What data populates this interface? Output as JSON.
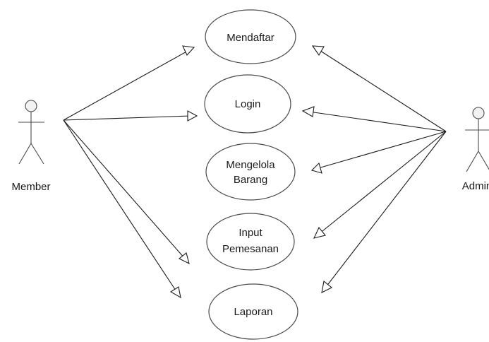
{
  "actors": {
    "member": {
      "label": "Member"
    },
    "admin": {
      "label": "Admin"
    }
  },
  "use_cases": {
    "mendaftar": {
      "lines": [
        "Mendaftar"
      ]
    },
    "login": {
      "lines": [
        "Login"
      ]
    },
    "mengelola_barang": {
      "lines": [
        "Mengelola",
        "Barang"
      ]
    },
    "input_pemesanan": {
      "lines": [
        "Input",
        "Pemesanan"
      ]
    },
    "laporan": {
      "lines": [
        "Laporan"
      ]
    }
  },
  "colors": {
    "stroke": "#4a4a4a",
    "line": "#1a1a1a",
    "background": "#ffffff"
  }
}
